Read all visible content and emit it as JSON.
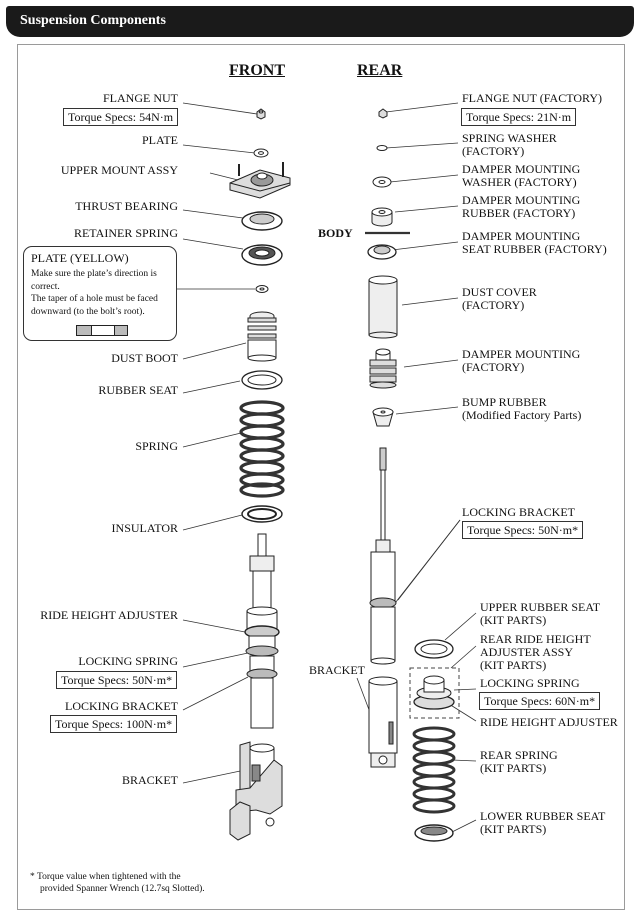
{
  "title": "Suspension Components",
  "headings": {
    "front": "FRONT",
    "rear": "REAR"
  },
  "body_label": "BODY",
  "front": {
    "flange_nut": "FLANGE NUT",
    "flange_nut_torque": "Torque Specs: 54N·m",
    "plate": "PLATE",
    "upper_mount": "UPPER MOUNT ASSY",
    "thrust_bearing": "THRUST BEARING",
    "retainer_spring": "RETAINER SPRING",
    "dust_boot": "DUST BOOT",
    "rubber_seat": "RUBBER SEAT",
    "spring": "SPRING",
    "insulator": "INSULATOR",
    "ride_height_adjuster": "RIDE HEIGHT ADJUSTER",
    "locking_spring": "LOCKING SPRING",
    "locking_spring_torque": "Torque Specs: 50N·m*",
    "locking_bracket": "LOCKING BRACKET",
    "locking_bracket_torque": "Torque Specs: 100N·m*",
    "bracket": "BRACKET"
  },
  "note": {
    "title": "PLATE (YELLOW)",
    "line1": "Make sure the plate’s direction is correct.",
    "line2": "The taper of a hole must be faced downward (to the bolt’s root)."
  },
  "rear": {
    "flange_nut": "FLANGE NUT (FACTORY)",
    "flange_nut_torque": "Torque Specs: 21N·m",
    "spring_washer_1": "SPRING WASHER",
    "spring_washer_2": "(FACTORY)",
    "damper_washer_1": "DAMPER MOUNTING",
    "damper_washer_2": "WASHER (FACTORY)",
    "damper_rubber_1": "DAMPER MOUNTING",
    "damper_rubber_2": "RUBBER (FACTORY)",
    "damper_seat_1": "DAMPER MOUNTING",
    "damper_seat_2": "SEAT RUBBER (FACTORY)",
    "dust_cover_1": "DUST COVER",
    "dust_cover_2": "(FACTORY)",
    "damper_mounting_1": "DAMPER MOUNTING",
    "damper_mounting_2": "(FACTORY)",
    "bump_rubber_1": "BUMP RUBBER",
    "bump_rubber_2": "(Modified Factory Parts)",
    "locking_bracket": "LOCKING BRACKET",
    "locking_bracket_torque": "Torque Specs: 50N·m*",
    "bracket": "BRACKET",
    "upper_rubber_seat_1": "UPPER RUBBER SEAT",
    "upper_rubber_seat_2": "(KIT PARTS)",
    "rear_adjuster_1": "REAR RIDE HEIGHT",
    "rear_adjuster_2": "ADJUSTER ASSY",
    "rear_adjuster_3": "(KIT PARTS)",
    "locking_spring": "LOCKING SPRING",
    "locking_spring_torque": "Torque Specs: 60N·m*",
    "ride_height_adjuster": "RIDE HEIGHT ADJUSTER",
    "rear_spring_1": "REAR SPRING",
    "rear_spring_2": "(KIT PARTS)",
    "lower_rubber_seat_1": "LOWER RUBBER SEAT",
    "lower_rubber_seat_2": "(KIT PARTS)"
  },
  "footnote": {
    "line1": "* Torque value when tightened with the",
    "line2": "provided Spanner Wrench (12.7sq Slotted)."
  }
}
